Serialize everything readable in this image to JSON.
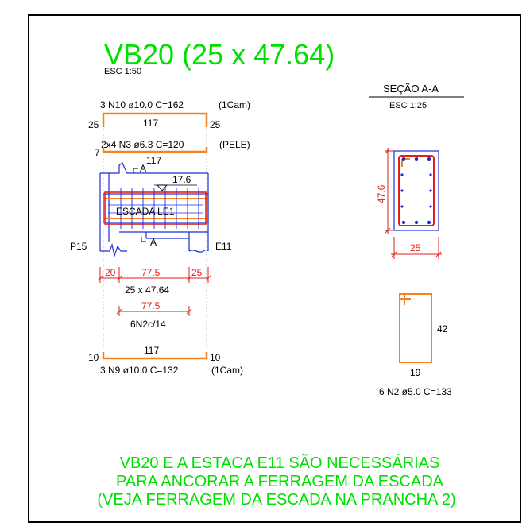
{
  "beam": {
    "title": "VB20 (25 x 47.64)",
    "scale": "ESC 1:50"
  },
  "top_bar": {
    "spec": "3 N10 ø10.0 C=162",
    "layer": "(1Cam)",
    "left_hook": "25",
    "length": "117",
    "right_hook": "25"
  },
  "skin_bar": {
    "spec": "2x4 N3 ø6.3 C=120",
    "type": "(PELE)",
    "hook": "7",
    "length": "117"
  },
  "elevation": {
    "section_mark_top": "A",
    "section_mark_bottom": "A",
    "level": "17.6",
    "stair_label": "ESCADA LE1",
    "left_support": "P15",
    "right_support": "E11"
  },
  "dimensions": {
    "left_seg": "20",
    "mid_seg": "77.5",
    "right_seg": "25",
    "section_size": "25 x 47.64",
    "stirrup_span": "77.5",
    "stirrup_spec": "6N2c/14"
  },
  "bottom_bar": {
    "left_hook": "10",
    "length": "117",
    "right_hook": "10",
    "spec": "3 N9 ø10.0 C=132",
    "layer": "(1Cam)"
  },
  "section": {
    "title": "SEÇÃO A-A",
    "scale": "ESC 1:25",
    "height": "47.6",
    "width": "25"
  },
  "stirrup_detail": {
    "height": "42",
    "width": "19",
    "spec": "6 N2 ø5.0 C=133"
  },
  "note": {
    "line1": "VB20 E A ESTACA E11 SÃO NECESSÁRIAS",
    "line2": "PARA ANCORAR A FERRAGEM DA ESCADA",
    "line3": "(VEJA FERRAGEM DA ESCADA NA PRANCHA 2)"
  },
  "colors": {
    "bar": "#f58220",
    "dimension": "#e0201b",
    "title": "#00e000",
    "outline": "#1f2fd6",
    "ink": "#000000"
  }
}
